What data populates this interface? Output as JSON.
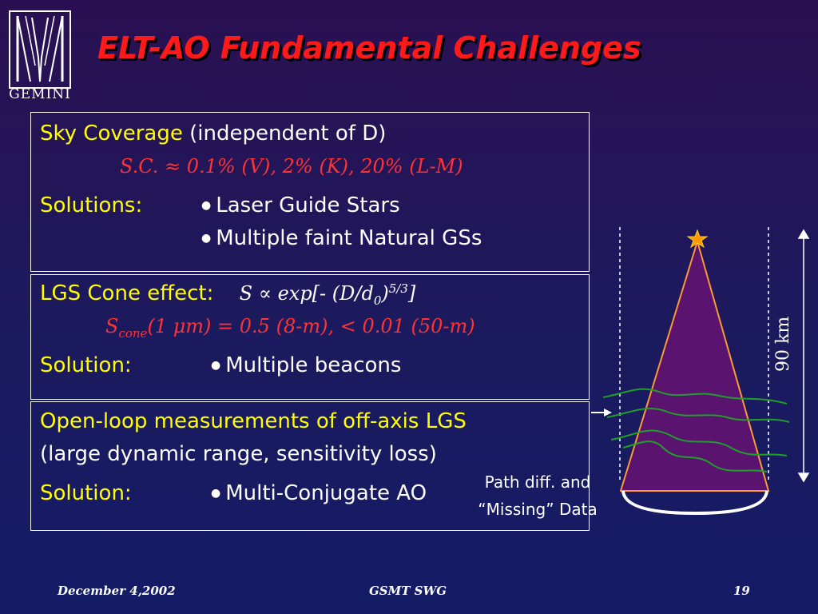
{
  "logo": {
    "text": "GEMINI"
  },
  "title": "ELT-AO Fundamental Challenges",
  "box1": {
    "label": "Sky Coverage",
    "paren": "(independent of D)",
    "formula": "S.C. ≈  0.1% (V), 2% (K), 20% (L-M)",
    "solutions_label": "Solutions:",
    "bullets": [
      "Laser Guide Stars",
      "Multiple faint Natural GSs"
    ]
  },
  "box2": {
    "label": "LGS Cone effect",
    "colon": ":",
    "formula_prefix": "S ∝ exp[- (D/d",
    "formula_sub": "0",
    "formula_mid": ")",
    "formula_sup": "5/3",
    "formula_end": "]",
    "cone_s": "S",
    "cone_sub": "cone",
    "cone_rest": "(1 μm) = 0.5 (8-m), < 0.01 (50-m)",
    "solution_label": "Solution:",
    "bullet": "Multiple beacons"
  },
  "box3": {
    "line1": "Open-loop measurements of off-axis LGS",
    "line2": "(large dynamic range, sensitivity loss)",
    "solution_label": "Solution:",
    "bullet": "Multi-Conjugate AO"
  },
  "diagram": {
    "height_label": "90 km",
    "path_line1": "Path diff. and",
    "path_line2": "“Missing” Data",
    "star_icon": "star-icon"
  },
  "footer": {
    "date": "December 4,2002",
    "center": "GSMT SWG",
    "page": "19"
  },
  "colors": {
    "title": "#ff1a1a",
    "accent_yellow": "#ffff00",
    "formula_red": "#ff3333",
    "cone_fill": "#5a1470",
    "cone_edge": "#ff9933",
    "turbulence": "#1f9e2a"
  }
}
